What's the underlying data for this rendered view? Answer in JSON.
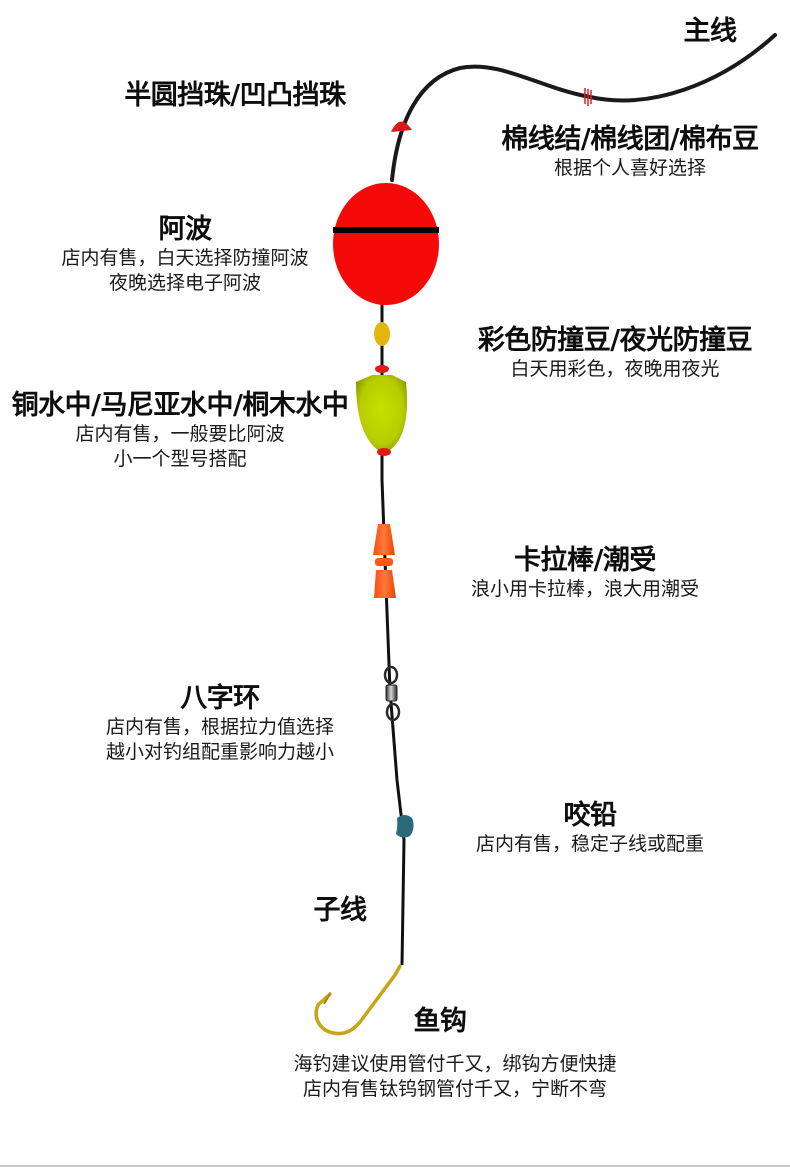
{
  "diagram": {
    "type": "fishing-rig-component-diagram",
    "colors": {
      "line": "#1a1a1a",
      "main_float": "#f50a0a",
      "stopper_bead": "#d81a1a",
      "anti_collision_bead": "#e2b60e",
      "sub_float": "#c3d800",
      "float_caps": "#e41818",
      "karabo": "#ff5a18",
      "swivel": "#3a3a3a",
      "split_shot": "#2a6a7a",
      "hook": "#c8a418",
      "cotton_knot": "#e02020"
    },
    "components": [
      {
        "id": "main-line",
        "title": "主线",
        "description": []
      },
      {
        "id": "stopper-bead",
        "title": "半圆挡珠/凹凸挡珠",
        "description": []
      },
      {
        "id": "cotton-knot",
        "title": "棉线结/棉线团/棉布豆",
        "description": [
          "根据个人喜好选择"
        ]
      },
      {
        "id": "main-float",
        "title": "阿波",
        "description": [
          "店内有售，白天选择防撞阿波",
          "夜晚选择电子阿波"
        ]
      },
      {
        "id": "anti-collision-bead",
        "title": "彩色防撞豆/夜光防撞豆",
        "description": [
          "白天用彩色，夜晚用夜光"
        ]
      },
      {
        "id": "sub-float",
        "title": "铜水中/马尼亚水中/桐木水中",
        "description": [
          "店内有售，一般要比阿波",
          "小一个型号搭配"
        ]
      },
      {
        "id": "karabo",
        "title": "卡拉棒/潮受",
        "description": [
          "浪小用卡拉棒，浪大用潮受"
        ]
      },
      {
        "id": "swivel",
        "title": "八字环",
        "description": [
          "店内有售，根据拉力值选择",
          "越小对钓组配重影响力越小"
        ]
      },
      {
        "id": "split-shot",
        "title": "咬铅",
        "description": [
          "店内有售，稳定子线或配重"
        ]
      },
      {
        "id": "leader-line",
        "title": "子线",
        "description": []
      },
      {
        "id": "hook",
        "title": "鱼钩",
        "description": [
          "海钓建议使用管付千又，绑钩方便快捷",
          "店内有售钛钨钢管付千又，宁断不弯"
        ]
      }
    ]
  }
}
